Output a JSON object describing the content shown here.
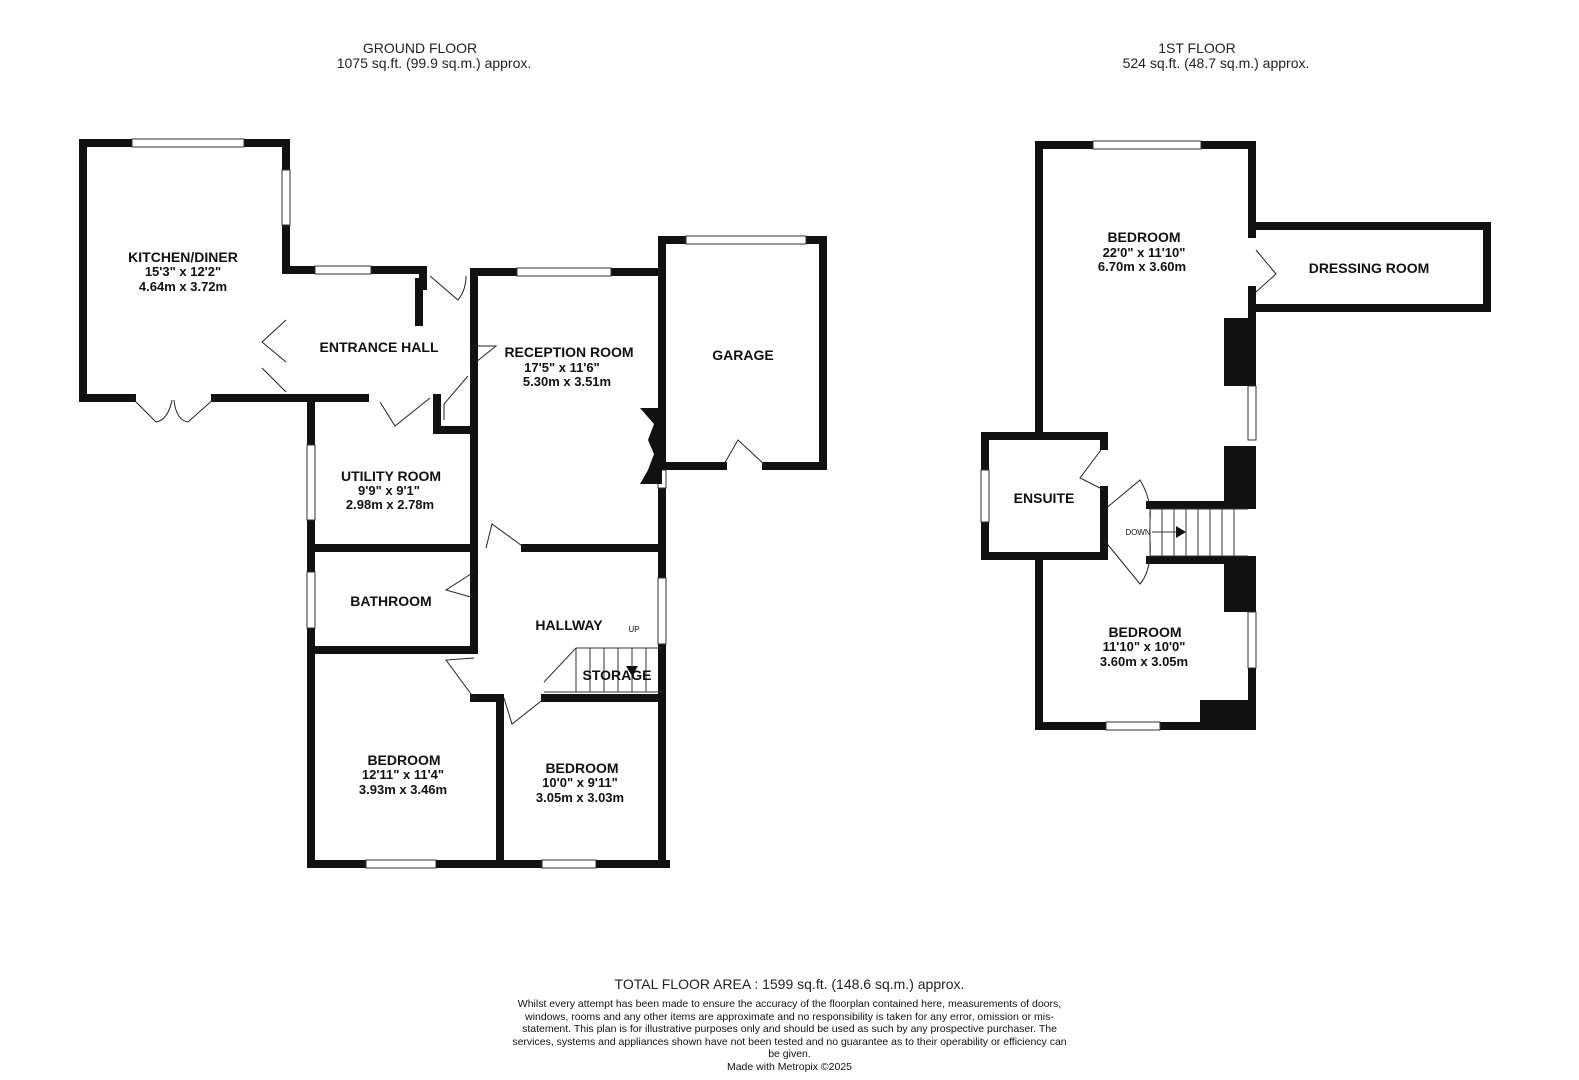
{
  "ground_floor": {
    "title": "GROUND FLOOR",
    "area": "1075 sq.ft. (99.9 sq.m.) approx.",
    "rooms": [
      {
        "name": "KITCHEN/DINER",
        "imperial": "15'3\"  x 12'2\"",
        "metric": "4.64m  x 3.72m"
      },
      {
        "name": "ENTRANCE HALL"
      },
      {
        "name": "RECEPTION ROOM",
        "imperial": "17'5\"  x 11'6\"",
        "metric": "5.30m  x 3.51m"
      },
      {
        "name": "GARAGE"
      },
      {
        "name": "UTILITY ROOM",
        "imperial": "9'9\"  x 9'1\"",
        "metric": "2.98m  x 2.78m"
      },
      {
        "name": "BATHROOM"
      },
      {
        "name": "HALLWAY"
      },
      {
        "name": "STORAGE"
      },
      {
        "name": "BEDROOM",
        "imperial": "12'11\"  x 11'4\"",
        "metric": "3.93m  x 3.46m"
      },
      {
        "name": "BEDROOM",
        "imperial": "10'0\"  x 9'11\"",
        "metric": "3.05m  x 3.03m"
      }
    ],
    "stairs_label": "UP"
  },
  "first_floor": {
    "title": "1ST FLOOR",
    "area": "524 sq.ft. (48.7 sq.m.) approx.",
    "rooms": [
      {
        "name": "BEDROOM",
        "imperial": "22'0\"  x 11'10\"",
        "metric": "6.70m  x 3.60m"
      },
      {
        "name": "DRESSING ROOM"
      },
      {
        "name": "ENSUITE"
      },
      {
        "name": "BEDROOM",
        "imperial": "11'10\"  x 10'0\"",
        "metric": "3.60m  x 3.05m"
      }
    ],
    "stairs_label": "DOWN"
  },
  "footer": {
    "total": "TOTAL FLOOR AREA : 1599 sq.ft. (148.6 sq.m.) approx.",
    "disclaimer": "Whilst every attempt has been made to ensure the accuracy of the floorplan contained here, measurements of doors, windows, rooms and any other items are approximate and no responsibility is taken for any error, omission or mis-statement. This plan is for illustrative purposes only and should be used as such by any prospective purchaser. The services, systems and appliances shown have not been tested and no guarantee as to their operability or efficiency can be given.",
    "made_with": "Made with Metropix ©2025"
  }
}
